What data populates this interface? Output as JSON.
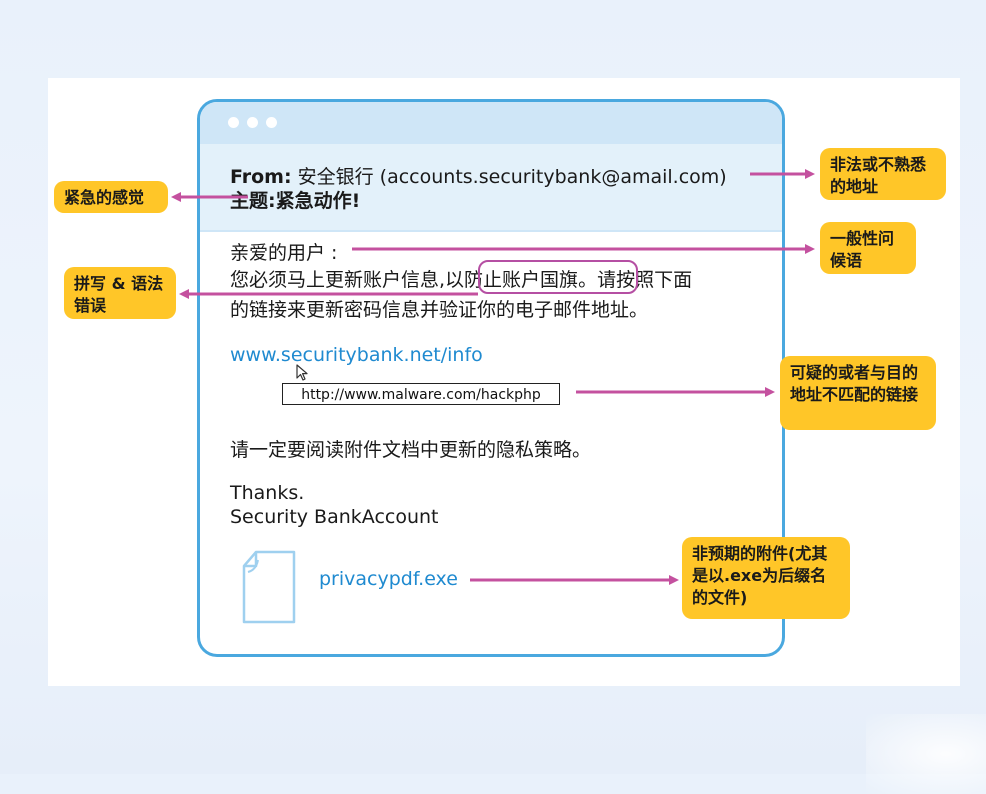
{
  "email": {
    "from_label": "From:",
    "from_value": "安全银行 (accounts.securitybank@amail.com)",
    "subject_label": "主题:",
    "subject_value": "紧急动作!",
    "greeting": "亲爱的用户 :",
    "body_line1_a": "您必须马上更新账户信息,",
    "body_line1_b": "以防止账户国旗",
    "body_line1_c": "。请按照下面",
    "body_line2": "的链接来更新密码信息并验证你的电子邮件地址。",
    "link_text": "www.securitybank.net/info",
    "hover_url": "http://www.malware.com/hackphp",
    "privacy_line": "请一定要阅读附件文档中更新的隐私策略。",
    "thanks": "Thanks.",
    "signature": "Security BankAccount",
    "attachment": "privacypdf.exe"
  },
  "callouts": {
    "sender": "非法或不熟悉的地址",
    "urgency": "紧急的感觉",
    "greeting": "一般性问候语",
    "spelling": "拼写 & 语法错误",
    "link": "可疑的或者与目的地址不匹配的链接",
    "attachment": "非预期的附件(尤其是以.exe为后缀名的文件)"
  },
  "colors": {
    "arrow": "#c4519f",
    "callout": "#ffc628",
    "window_border": "#4aa8df",
    "link": "#1f8ad0"
  },
  "icons": [
    "mouse-cursor-icon",
    "document-icon"
  ]
}
